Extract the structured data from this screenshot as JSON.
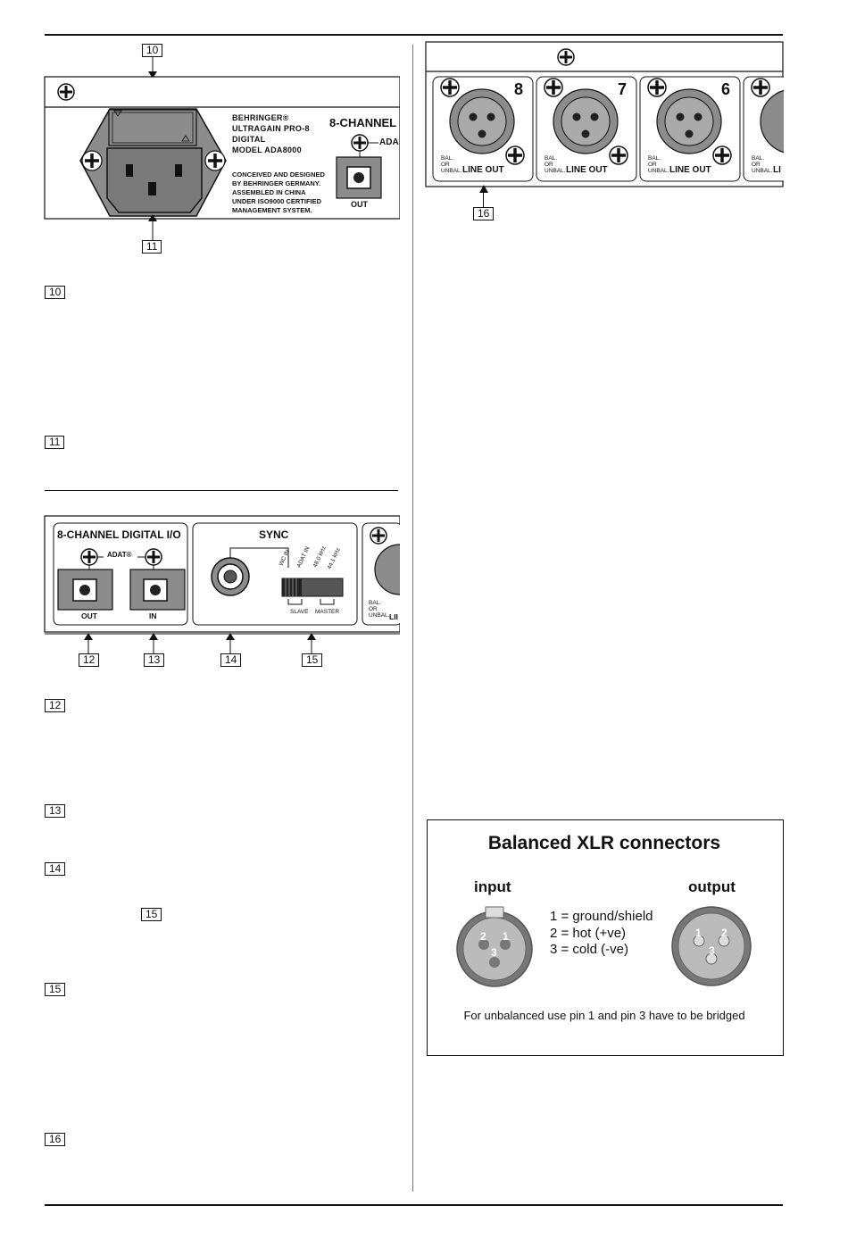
{
  "callouts": {
    "c10": "10",
    "c11": "11",
    "c12": "12",
    "c13": "13",
    "c14": "14",
    "c15": "15",
    "c16": "16"
  },
  "figure_power": {
    "brand_lines": [
      "BEHRINGER®",
      "ULTRAGAIN PRO-8",
      "DIGITAL",
      "MODEL ADA8000"
    ],
    "origin_lines": [
      "CONCEIVED AND DESIGNED",
      "BY BEHRINGER GERMANY.",
      "ASSEMBLED IN CHINA",
      "UNDER ISO9000 CERTIFIED",
      "MANAGEMENT SYSTEM."
    ],
    "eight_channel": "8-CHANNEL",
    "adat": "ADA",
    "out": "OUT"
  },
  "figure_io": {
    "digital_io_title": "8-CHANNEL DIGITAL I/O",
    "adat_label": "ADAT®",
    "out": "OUT",
    "in": "IN",
    "sync_title": "SYNC",
    "switch_labels": [
      "WC IN",
      "ADAT IN",
      "48.0 kHz",
      "44.1 kHz"
    ],
    "slave": "SLAVE",
    "master": "MASTER",
    "bal_lines": [
      "BAL.",
      "OR",
      "UNBAL."
    ],
    "line_partial": "LII"
  },
  "figure_lineout": {
    "channels": [
      {
        "num": "8",
        "label": "LINE OUT"
      },
      {
        "num": "7",
        "label": "LINE OUT"
      },
      {
        "num": "6",
        "label": "LINE OUT"
      }
    ],
    "bal_lines": [
      "BAL.",
      "OR",
      "UNBAL."
    ],
    "partial_label": "LI"
  },
  "xlr_box": {
    "title": "Balanced XLR connectors",
    "input_label": "input",
    "output_label": "output",
    "pins": [
      "1 = ground/shield",
      "2 = hot (+ve)",
      "3 = cold (-ve)"
    ],
    "input_pin_numbers": [
      "2",
      "1",
      "3"
    ],
    "output_pin_numbers": [
      "1",
      "2",
      "3"
    ],
    "note": "For unbalanced use pin 1 and pin 3 have to be bridged"
  }
}
